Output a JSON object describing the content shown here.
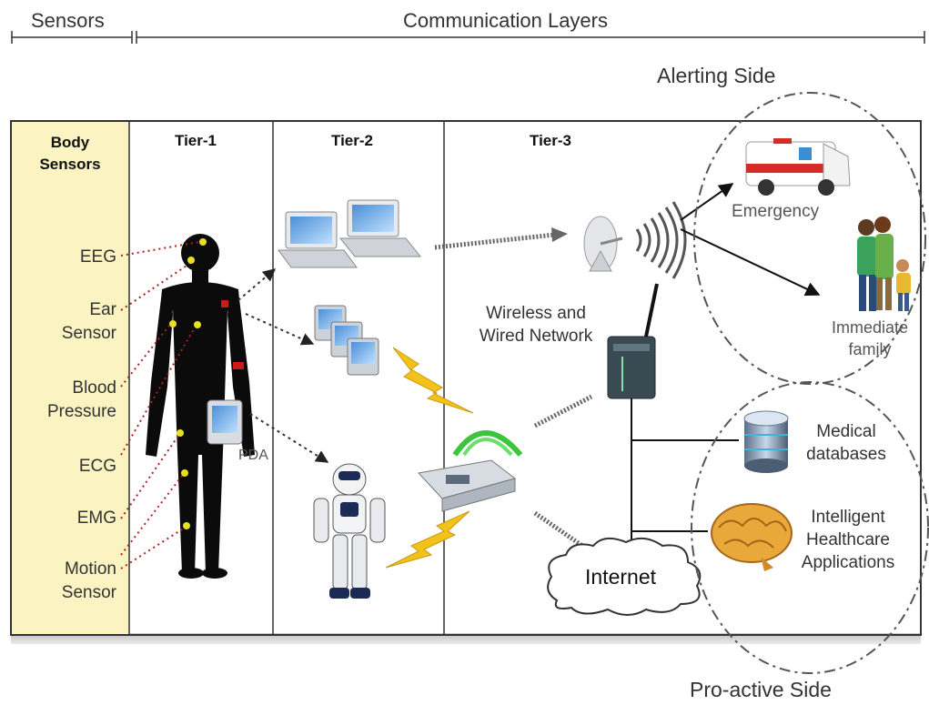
{
  "header": {
    "sensors": "Sensors",
    "communication_layers": "Communication Layers"
  },
  "columns": {
    "body_sensors": [
      "Body",
      "Sensors"
    ],
    "tier1": "Tier-1",
    "tier2": "Tier-2",
    "tier3": "Tier-3"
  },
  "sensors": [
    {
      "lines": [
        "EEG"
      ]
    },
    {
      "lines": [
        "Ear",
        "Sensor"
      ]
    },
    {
      "lines": [
        "Blood",
        "Pressure"
      ]
    },
    {
      "lines": [
        "ECG"
      ]
    },
    {
      "lines": [
        "EMG"
      ]
    },
    {
      "lines": [
        "Motion",
        "Sensor"
      ]
    }
  ],
  "pda_label": "PDA",
  "network_label": [
    "Wireless and",
    "Wired Network"
  ],
  "internet_label": "Internet",
  "alerting": {
    "title": "Alerting Side",
    "emergency": "Emergency",
    "family": [
      "Immediate",
      "family"
    ]
  },
  "proactive": {
    "title": "Pro-active Side",
    "databases": [
      "Medical",
      "databases"
    ],
    "applications": [
      "Intelligent",
      "Healthcare",
      "Applications"
    ]
  },
  "colors": {
    "body_sensor_bg": "#fbf3c1",
    "sensor_dot": "#e8e020",
    "lightning": "#f2c21a",
    "wifi_green": "#3cc43c"
  }
}
